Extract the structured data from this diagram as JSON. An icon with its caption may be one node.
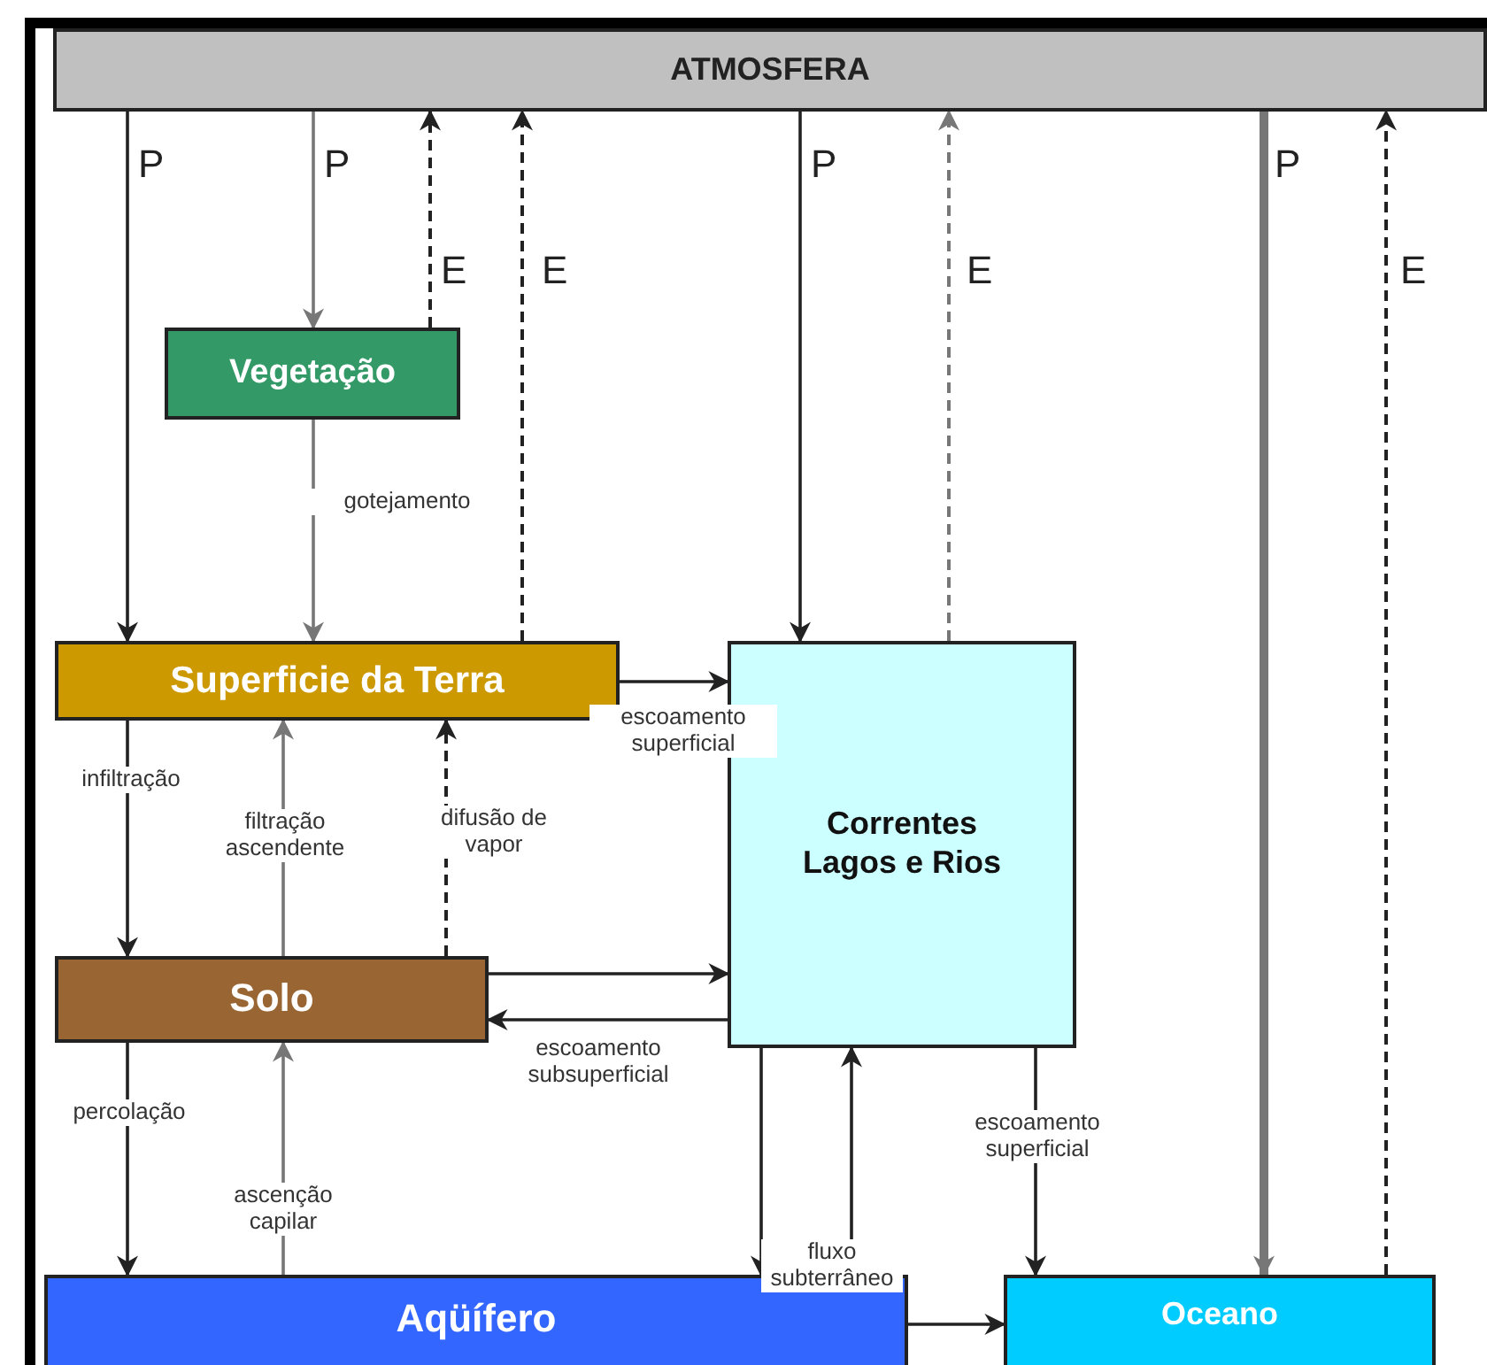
{
  "diagram": {
    "nodes": [
      {
        "text": [
          "ATMOSFERA"
        ]
      },
      {
        "text": [
          "Vegetação"
        ]
      },
      {
        "text": [
          "Superficie da Terra"
        ]
      },
      {
        "text": [
          "Correntes Lagos e Rios"
        ]
      },
      {
        "text": [
          "Solo"
        ]
      },
      {
        "text": [
          "Aqüífero"
        ]
      },
      {
        "text": [
          "Oceano"
        ]
      }
    ],
    "edges": [
      {
        "from": 0,
        "to": 2,
        "arrow": "to",
        "label": "P"
      },
      {
        "from": 0,
        "to": 1,
        "arrow": "to",
        "label": "P",
        "color": "#777777"
      },
      {
        "from": 1,
        "to": 0,
        "arrow": "to",
        "label": "E",
        "style": "dashed"
      },
      {
        "from": 2,
        "to": 0,
        "arrow": "to",
        "label": "E",
        "style": "dashed"
      },
      {
        "from": 1,
        "to": 2,
        "arrow": "to",
        "label": "gotejamento",
        "color": "#777777"
      },
      {
        "from": 0,
        "to": 3,
        "arrow": "to",
        "label": "P"
      },
      {
        "from": 3,
        "to": 0,
        "arrow": "to",
        "label": "E",
        "style": "dashed",
        "color": "#777777"
      },
      {
        "from": 0,
        "to": 6,
        "arrow": "to",
        "label": "P",
        "style": "thick",
        "color": "#777777"
      },
      {
        "from": 6,
        "to": 0,
        "arrow": "to",
        "label": "E",
        "style": "dashed"
      },
      {
        "from": 2,
        "to": 3,
        "arrow": "to",
        "label": "escoamento superficial"
      },
      {
        "from": 2,
        "to": 4,
        "arrow": "to",
        "label": "infiltração"
      },
      {
        "from": 4,
        "to": 2,
        "arrow": "to",
        "label": "filtração ascendente",
        "color": "#777777"
      },
      {
        "from": 4,
        "to": 2,
        "arrow": "to",
        "label": "difusão de vapor",
        "style": "dashed"
      },
      {
        "from": 4,
        "to": 3,
        "arrow": "to"
      },
      {
        "from": 3,
        "to": 4,
        "arrow": "to",
        "label": "escoamento subsuperficial"
      },
      {
        "from": 4,
        "to": 5,
        "arrow": "to",
        "label": "percolação"
      },
      {
        "from": 5,
        "to": 4,
        "arrow": "to",
        "label": "ascenção capilar",
        "color": "#777777"
      },
      {
        "from": 3,
        "to": 5,
        "arrow": "to"
      },
      {
        "from": 5,
        "to": 3,
        "arrow": "to",
        "label": "fluxo subterrâneo"
      },
      {
        "from": 3,
        "to": 6,
        "arrow": "to",
        "label": "escoamento superficial"
      },
      {
        "from": 5,
        "to": 6,
        "arrow": "to"
      }
    ]
  }
}
